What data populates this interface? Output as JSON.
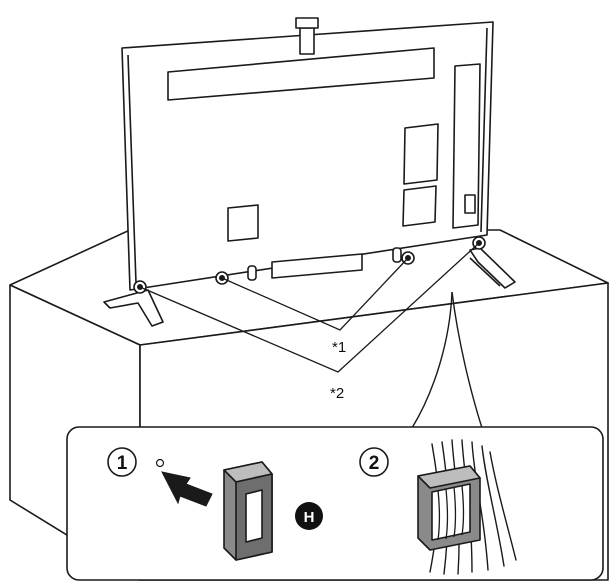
{
  "callouts": {
    "label_1": "*1",
    "label_2": "*2"
  },
  "detail_panel": {
    "step_1": "1",
    "step_2": "2",
    "part_letter": "H"
  },
  "icons": {
    "tv": "tv-rear-icon",
    "stand": "tv-stand-icon",
    "cable_holder": "cable-holder-icon",
    "arrow": "insert-arrow-icon",
    "cables": "cable-bundle-icon"
  },
  "colors": {
    "line": "#1a1a1a",
    "holder_fill": "#8a8a8a",
    "badge": "#111111"
  }
}
